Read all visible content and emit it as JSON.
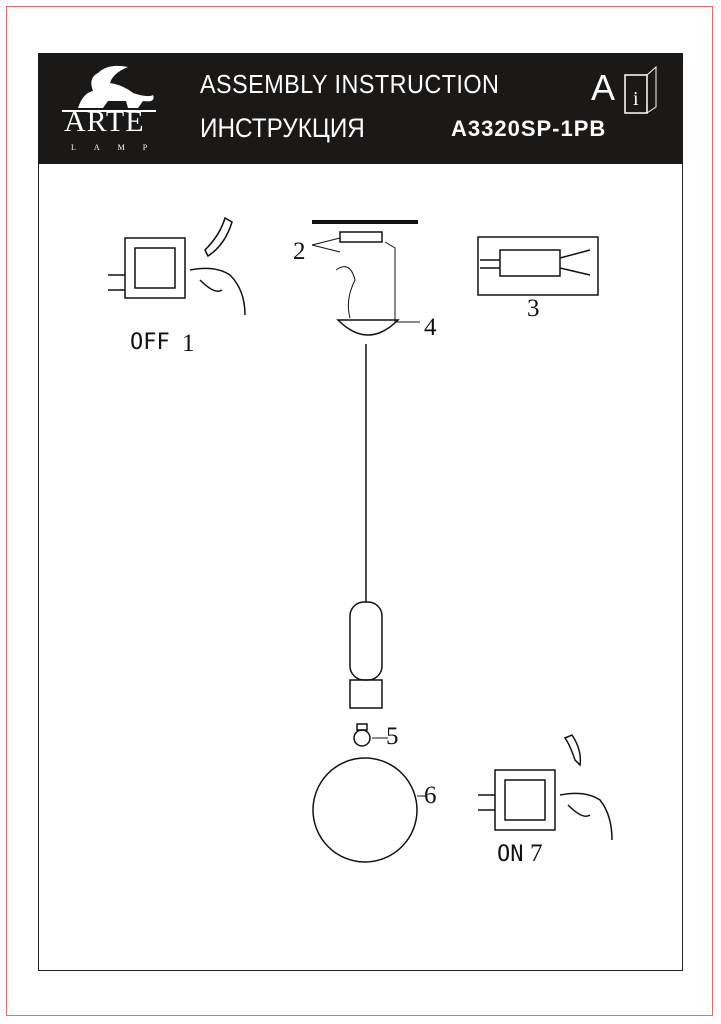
{
  "header": {
    "title_en": "ASSEMBLY  INSTRUCTION",
    "title_ru": "ИНСТРУКЦИЯ",
    "model": "A3320SP-1PB",
    "language_mark": "A",
    "brand": "ARTE",
    "brand_sub": "LAMP"
  },
  "steps": {
    "off_label": "OFF",
    "step1": "1",
    "step2": "2",
    "step3": "3",
    "step4": "4",
    "step5": "5",
    "step6": "6",
    "on_label": "ON",
    "step7": "7"
  }
}
